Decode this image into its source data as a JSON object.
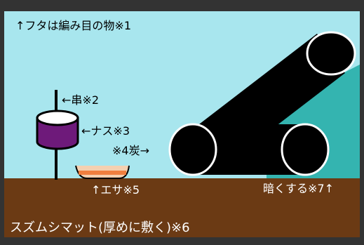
{
  "labels": {
    "lid_note": "↑フタは編み目の物※1",
    "skewer": "←串※2",
    "eggplant": "←ナス※3",
    "charcoal": "※4炭→",
    "bait": "↑エサ※5",
    "dark": "暗くする※7↑",
    "mat": "スズムシマット(厚めに敷く)※6"
  },
  "colors": {
    "frame": "#333333",
    "water_sky": "#a8e6ee",
    "teal_slope": "#34b4b0",
    "soil": "#6b3a14",
    "eggplant": "#6e1a7a",
    "bait": "#f07f3f"
  }
}
